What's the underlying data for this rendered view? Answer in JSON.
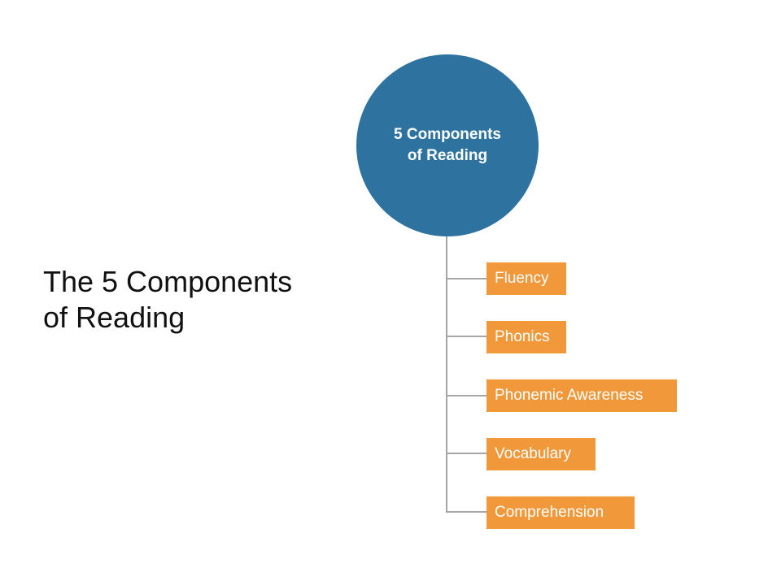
{
  "title": {
    "line1": "The 5 Components",
    "line2": "of Reading"
  },
  "hub": {
    "line1": "5 Components",
    "line2": "of Reading"
  },
  "components": [
    "Fluency",
    "Phonics",
    "Phonemic Awareness",
    "Vocabulary",
    "Comprehension"
  ],
  "colors": {
    "hub": "#2e73a0",
    "node": "#f0983a",
    "connector": "#a6a6a6",
    "title": "#111111"
  }
}
